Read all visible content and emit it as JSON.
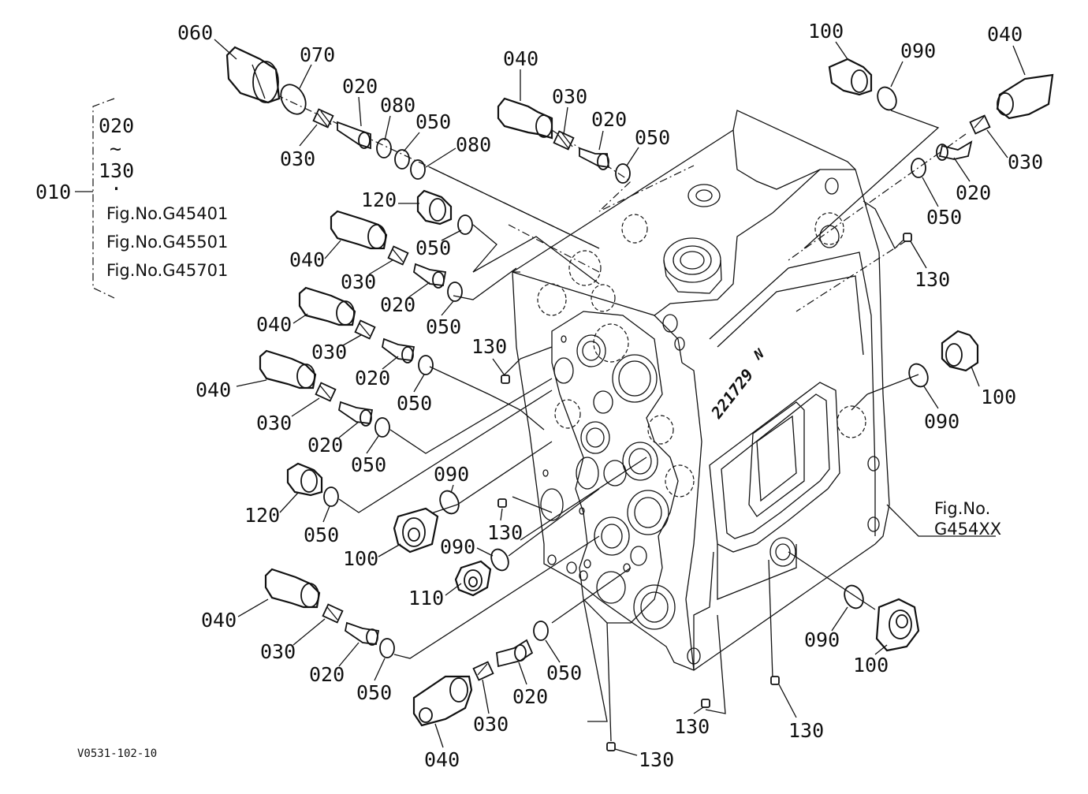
{
  "diagram": {
    "body_marking": "N",
    "body_number": "221729",
    "figure_code": "V0531-102-10",
    "group_label": "010",
    "group_range_start": "020",
    "group_range_tilde": "~",
    "group_range_end": "130",
    "group_bullet": "·",
    "references": [
      "Fig.No.G45401",
      "Fig.No.G45501",
      "Fig.No.G45701"
    ],
    "main_ref_line1": "Fig.No.",
    "main_ref_line2": "G454XX"
  },
  "labels": {
    "l060": "060",
    "l070": "070",
    "l020a": "020",
    "l080a": "080",
    "l050a": "050",
    "l080b": "080",
    "l030a": "030",
    "l040a": "040",
    "l030b": "030",
    "l020b": "020",
    "l050b": "050",
    "l100a": "100",
    "l090a": "090",
    "l040b": "040",
    "l030c": "030",
    "l020c": "020",
    "l050c": "050",
    "l130a": "130",
    "l120a": "120",
    "l050d": "050",
    "l040c": "040",
    "l030d": "030",
    "l020d": "020",
    "l050e": "050",
    "l040d": "040",
    "l030e": "030",
    "l020e": "020",
    "l050f": "050",
    "l130b": "130",
    "l040e": "040",
    "l030f": "030",
    "l020f": "020",
    "l050g": "050",
    "l120b": "120",
    "l050h": "050",
    "l100b": "100",
    "l090b": "090",
    "l130c": "130",
    "l090c": "090",
    "l110": "110",
    "l040f": "040",
    "l030g": "030",
    "l020g": "020",
    "l050i": "050",
    "l040g": "040",
    "l030h": "030",
    "l020h": "020",
    "l050j": "050",
    "l130d": "130",
    "l130e": "130",
    "l130f": "130",
    "l100c": "100",
    "l090d": "090",
    "l100d": "100",
    "l090e": "090"
  }
}
